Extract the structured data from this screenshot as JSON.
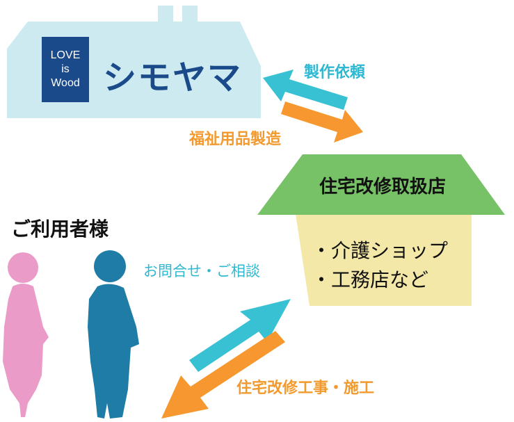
{
  "company": {
    "logo_lines": [
      "LOVE",
      "is",
      "Wood"
    ],
    "name": "シモヤマ"
  },
  "shop": {
    "title": "住宅改修取扱店",
    "items": [
      "・介護ショップ",
      "・工務店など"
    ]
  },
  "users": {
    "title": "ご利用者様"
  },
  "arrows": {
    "request": "製作依頼",
    "manufacture": "福祉用品製造",
    "consult": "お問合せ・ご相談",
    "construction": "住宅改修工事・施工"
  },
  "colors": {
    "factory": "#cdeaf1",
    "logo_bg": "#1a4a8a",
    "roof": "#77c167",
    "shop_body": "#f4e8a9",
    "blue_arrow": "#38c1d3",
    "orange_arrow": "#f6982f",
    "person_pink": "#eb9bc8",
    "person_blue": "#1e7ca7"
  }
}
